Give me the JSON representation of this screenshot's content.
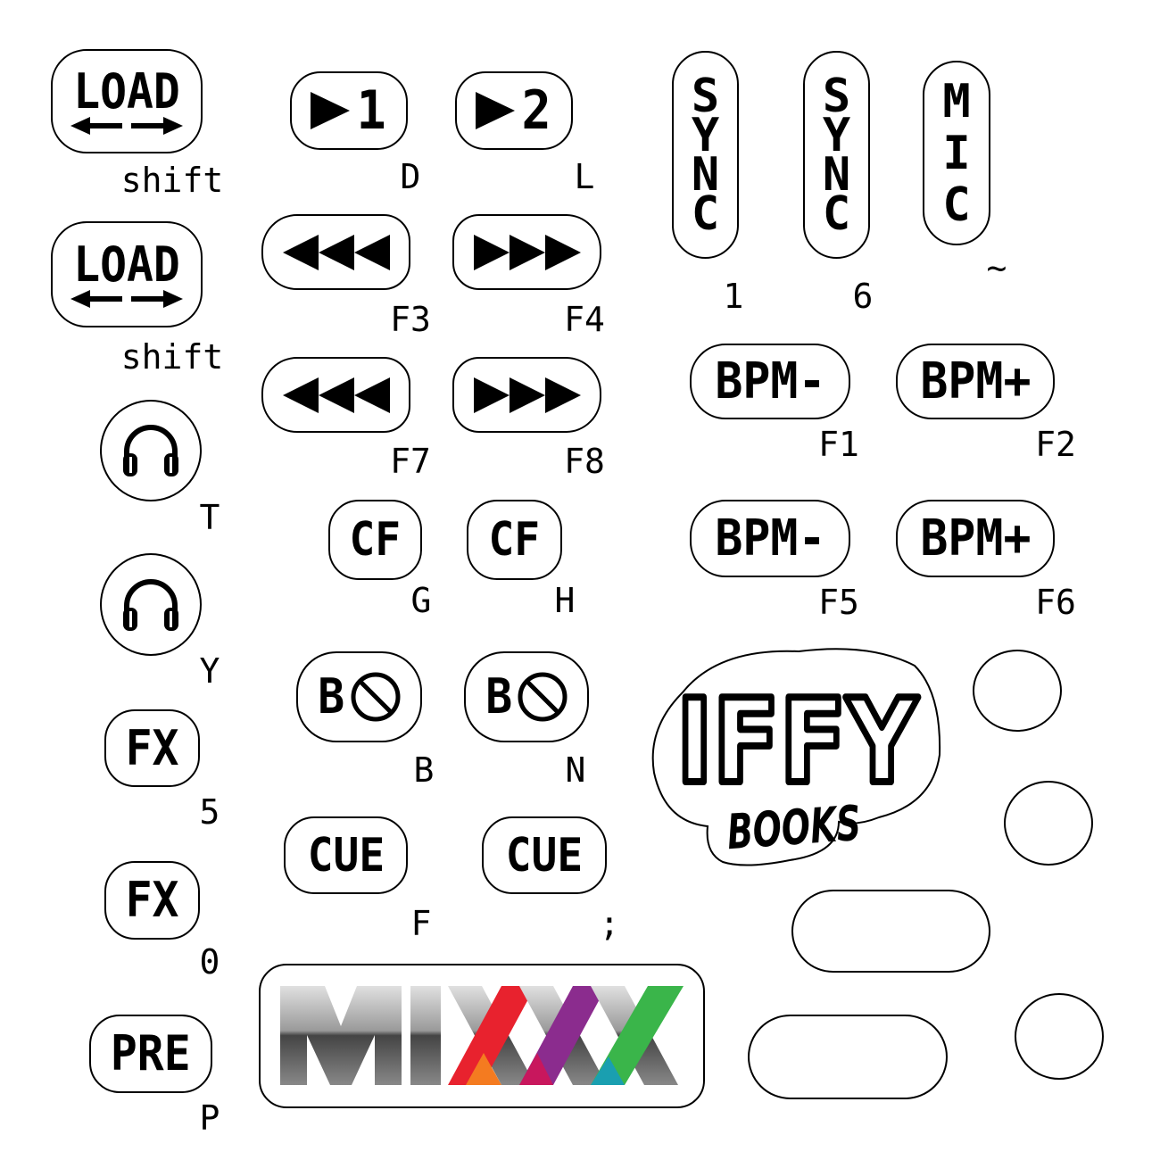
{
  "stickers": {
    "load1": {
      "label": "LOAD",
      "key": "shift"
    },
    "load2": {
      "label": "LOAD",
      "key": "shift"
    },
    "headphones1": {
      "icon": "headphones-icon",
      "key": "T"
    },
    "headphones2": {
      "icon": "headphones-icon",
      "key": "Y"
    },
    "fx1": {
      "label": "FX",
      "key": "5"
    },
    "fx2": {
      "label": "FX",
      "key": "0"
    },
    "pre": {
      "label": "PRE",
      "key": "P"
    },
    "play1": {
      "label": "1",
      "icon": "play-icon",
      "key": "D"
    },
    "play2": {
      "label": "2",
      "icon": "play-icon",
      "key": "L"
    },
    "rew1": {
      "icon": "rewind-icon",
      "key": "F3"
    },
    "ff1": {
      "icon": "fast-forward-icon",
      "key": "F4"
    },
    "rew2": {
      "icon": "rewind-icon",
      "key": "F7"
    },
    "ff2": {
      "icon": "fast-forward-icon",
      "key": "F8"
    },
    "cf1": {
      "label": "CF",
      "key": "G"
    },
    "cf2": {
      "label": "CF",
      "key": "H"
    },
    "bypass1": {
      "label": "B",
      "icon": "prohibited-icon",
      "key": "B"
    },
    "bypass2": {
      "label": "B",
      "icon": "prohibited-icon",
      "key": "N"
    },
    "cue1": {
      "label": "CUE",
      "key": "F"
    },
    "cue2": {
      "label": "CUE",
      "key": ";"
    },
    "sync1": {
      "letters": [
        "S",
        "Y",
        "N",
        "C"
      ],
      "key": "1"
    },
    "sync2": {
      "letters": [
        "S",
        "Y",
        "N",
        "C"
      ],
      "key": "6"
    },
    "mic": {
      "letters": [
        "M",
        "I",
        "C"
      ],
      "key": "~"
    },
    "bpm_minus1": {
      "label": "BPM-",
      "key": "F1"
    },
    "bpm_plus1": {
      "label": "BPM+",
      "key": "F2"
    },
    "bpm_minus2": {
      "label": "BPM-",
      "key": "F5"
    },
    "bpm_plus2": {
      "label": "BPM+",
      "key": "F6"
    }
  },
  "logos": {
    "mixxx": "MIXXX",
    "iffy": "IFFY",
    "books": "BOOKS"
  },
  "colors": {
    "outline": "#000000",
    "background": "#ffffff",
    "mixxx_green": "#3ab54a",
    "mixxx_red": "#e8222e",
    "mixxx_purple": "#8b2c8e",
    "mixxx_orange": "#f47b20",
    "mixxx_magenta": "#c8175d",
    "mixxx_teal": "#1a9fb0"
  }
}
